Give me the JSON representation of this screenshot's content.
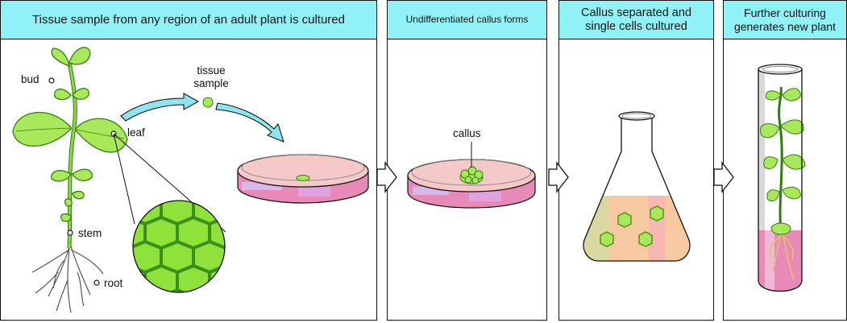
{
  "panels": {
    "p1": {
      "title": "Tissue sample from any region of an adult plant is cultured"
    },
    "p2": {
      "title": "Undifferentiated callus forms"
    },
    "p3": {
      "title": "Callus separated and single cells cultured"
    },
    "p4": {
      "title": "Further culturing generates new plant"
    }
  },
  "labels": {
    "bud": "bud",
    "leaf": "leaf",
    "stem": "stem",
    "root": "root",
    "tissue_sample": "tissue sample",
    "callus": "callus"
  },
  "colors": {
    "header": "#8ef2f7",
    "leaf_green": "#a8e85a",
    "dark_green": "#2f7d12",
    "medium": "#f6c9c9",
    "medium_dark": "#e78ab8",
    "arrow": "#8ee4ef"
  }
}
